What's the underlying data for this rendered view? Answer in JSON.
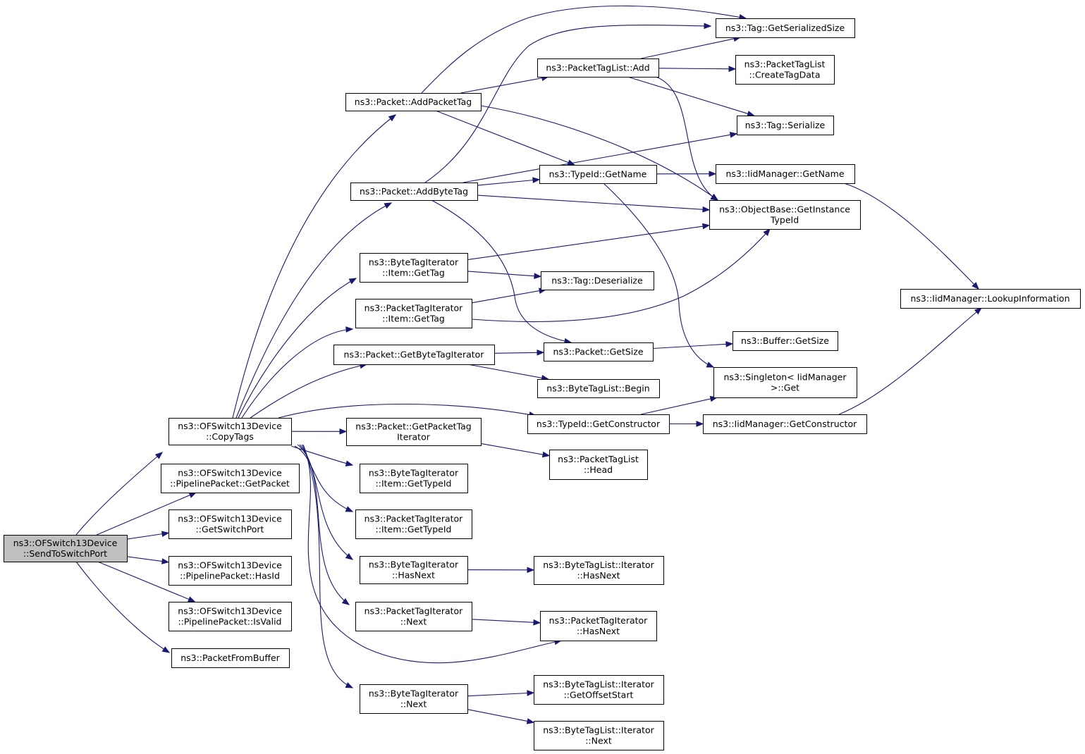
{
  "graph": {
    "root": "send",
    "nodes": [
      {
        "id": "send",
        "lines": [
          "ns3::OFSwitch13Device",
          "::SendToSwitchPort"
        ],
        "highlight": true
      },
      {
        "id": "copytags",
        "lines": [
          "ns3::OFSwitch13Device",
          "::CopyTags"
        ]
      },
      {
        "id": "pp_getpacket",
        "lines": [
          "ns3::OFSwitch13Device",
          "::PipelinePacket::GetPacket"
        ]
      },
      {
        "id": "getswitchport",
        "lines": [
          "ns3::OFSwitch13Device",
          "::GetSwitchPort"
        ]
      },
      {
        "id": "pp_hasid",
        "lines": [
          "ns3::OFSwitch13Device",
          "::PipelinePacket::HasId"
        ]
      },
      {
        "id": "pp_isvalid",
        "lines": [
          "ns3::OFSwitch13Device",
          "::PipelinePacket::IsValid"
        ]
      },
      {
        "id": "packetfrombuffer",
        "lines": [
          "ns3::PacketFromBuffer"
        ]
      },
      {
        "id": "addpackettag",
        "lines": [
          "ns3::Packet::AddPacketTag"
        ]
      },
      {
        "id": "addbytetag",
        "lines": [
          "ns3::Packet::AddByteTag"
        ]
      },
      {
        "id": "bti_gettag",
        "lines": [
          "ns3::ByteTagIterator",
          "::Item::GetTag"
        ]
      },
      {
        "id": "pti_gettag",
        "lines": [
          "ns3::PacketTagIterator",
          "::Item::GetTag"
        ]
      },
      {
        "id": "getbytetagiter",
        "lines": [
          "ns3::Packet::GetByteTagIterator"
        ]
      },
      {
        "id": "getpackettagiter",
        "lines": [
          "ns3::Packet::GetPacketTag",
          "Iterator"
        ]
      },
      {
        "id": "bti_gettypeid",
        "lines": [
          "ns3::ByteTagIterator",
          "::Item::GetTypeId"
        ]
      },
      {
        "id": "pti_gettypeid",
        "lines": [
          "ns3::PacketTagIterator",
          "::Item::GetTypeId"
        ]
      },
      {
        "id": "bti_hasnext",
        "lines": [
          "ns3::ByteTagIterator",
          "::HasNext"
        ]
      },
      {
        "id": "pti_next",
        "lines": [
          "ns3::PacketTagIterator",
          "::Next"
        ]
      },
      {
        "id": "bti_next",
        "lines": [
          "ns3::ByteTagIterator",
          "::Next"
        ]
      },
      {
        "id": "ptl_add",
        "lines": [
          "ns3::PacketTagList::Add"
        ]
      },
      {
        "id": "typeid_getname",
        "lines": [
          "ns3::TypeId::GetName"
        ]
      },
      {
        "id": "tag_deserialize",
        "lines": [
          "ns3::Tag::Deserialize"
        ]
      },
      {
        "id": "packet_getsize",
        "lines": [
          "ns3::Packet::GetSize"
        ]
      },
      {
        "id": "btl_begin",
        "lines": [
          "ns3::ByteTagList::Begin"
        ]
      },
      {
        "id": "typeid_getconstructor",
        "lines": [
          "ns3::TypeId::GetConstructor"
        ]
      },
      {
        "id": "ptl_head",
        "lines": [
          "ns3::PacketTagList",
          "::Head"
        ]
      },
      {
        "id": "btli_hasnext",
        "lines": [
          "ns3::ByteTagList::Iterator",
          "::HasNext"
        ]
      },
      {
        "id": "pti_hasnext",
        "lines": [
          "ns3::PacketTagIterator",
          "::HasNext"
        ]
      },
      {
        "id": "btli_getoffsetstart",
        "lines": [
          "ns3::ByteTagList::Iterator",
          "::GetOffsetStart"
        ]
      },
      {
        "id": "btli_next",
        "lines": [
          "ns3::ByteTagList::Iterator",
          "::Next"
        ]
      },
      {
        "id": "tag_getserializedsize",
        "lines": [
          "ns3::Tag::GetSerializedSize"
        ]
      },
      {
        "id": "ptl_createtagdata",
        "lines": [
          "ns3::PacketTagList",
          "::CreateTagData"
        ]
      },
      {
        "id": "tag_serialize",
        "lines": [
          "ns3::Tag::Serialize"
        ]
      },
      {
        "id": "iid_getname",
        "lines": [
          "ns3::IidManager::GetName"
        ]
      },
      {
        "id": "objectbase_getinstancetypeid",
        "lines": [
          "ns3::ObjectBase::GetInstance",
          "TypeId"
        ]
      },
      {
        "id": "buffer_getsize",
        "lines": [
          "ns3::Buffer::GetSize"
        ]
      },
      {
        "id": "singleton_get",
        "lines": [
          "ns3::Singleton< IidManager",
          ">::Get"
        ]
      },
      {
        "id": "iid_getconstructor",
        "lines": [
          "ns3::IidManager::GetConstructor"
        ]
      },
      {
        "id": "iid_lookupinformation",
        "lines": [
          "ns3::IidManager::LookupInformation"
        ]
      }
    ],
    "edges": [
      {
        "from": "send",
        "to": "copytags"
      },
      {
        "from": "send",
        "to": "pp_getpacket"
      },
      {
        "from": "send",
        "to": "getswitchport"
      },
      {
        "from": "send",
        "to": "pp_hasid"
      },
      {
        "from": "send",
        "to": "pp_isvalid"
      },
      {
        "from": "send",
        "to": "packetfrombuffer"
      },
      {
        "from": "copytags",
        "to": "addpackettag"
      },
      {
        "from": "copytags",
        "to": "addbytetag"
      },
      {
        "from": "copytags",
        "to": "bti_gettag"
      },
      {
        "from": "copytags",
        "to": "pti_gettag"
      },
      {
        "from": "copytags",
        "to": "getbytetagiter"
      },
      {
        "from": "copytags",
        "to": "typeid_getconstructor"
      },
      {
        "from": "copytags",
        "to": "getpackettagiter"
      },
      {
        "from": "copytags",
        "to": "bti_gettypeid"
      },
      {
        "from": "copytags",
        "to": "pti_gettypeid"
      },
      {
        "from": "copytags",
        "to": "bti_hasnext"
      },
      {
        "from": "copytags",
        "to": "pti_next"
      },
      {
        "from": "copytags",
        "to": "pti_hasnext"
      },
      {
        "from": "copytags",
        "to": "bti_next"
      },
      {
        "from": "addpackettag",
        "to": "tag_getserializedsize"
      },
      {
        "from": "addpackettag",
        "to": "ptl_add"
      },
      {
        "from": "addpackettag",
        "to": "objectbase_getinstancetypeid"
      },
      {
        "from": "addpackettag",
        "to": "typeid_getname"
      },
      {
        "from": "ptl_add",
        "to": "tag_getserializedsize"
      },
      {
        "from": "ptl_add",
        "to": "ptl_createtagdata"
      },
      {
        "from": "ptl_add",
        "to": "tag_serialize"
      },
      {
        "from": "ptl_add",
        "to": "objectbase_getinstancetypeid"
      },
      {
        "from": "addbytetag",
        "to": "tag_getserializedsize"
      },
      {
        "from": "addbytetag",
        "to": "tag_serialize"
      },
      {
        "from": "addbytetag",
        "to": "typeid_getname"
      },
      {
        "from": "addbytetag",
        "to": "objectbase_getinstancetypeid"
      },
      {
        "from": "addbytetag",
        "to": "packet_getsize"
      },
      {
        "from": "typeid_getname",
        "to": "iid_getname"
      },
      {
        "from": "typeid_getname",
        "to": "singleton_get"
      },
      {
        "from": "iid_getname",
        "to": "iid_lookupinformation"
      },
      {
        "from": "bti_gettag",
        "to": "objectbase_getinstancetypeid"
      },
      {
        "from": "bti_gettag",
        "to": "tag_deserialize"
      },
      {
        "from": "pti_gettag",
        "to": "tag_deserialize"
      },
      {
        "from": "pti_gettag",
        "to": "objectbase_getinstancetypeid"
      },
      {
        "from": "getbytetagiter",
        "to": "packet_getsize"
      },
      {
        "from": "getbytetagiter",
        "to": "btl_begin"
      },
      {
        "from": "packet_getsize",
        "to": "buffer_getsize"
      },
      {
        "from": "typeid_getconstructor",
        "to": "singleton_get"
      },
      {
        "from": "typeid_getconstructor",
        "to": "iid_getconstructor"
      },
      {
        "from": "iid_getconstructor",
        "to": "iid_lookupinformation"
      },
      {
        "from": "getpackettagiter",
        "to": "ptl_head"
      },
      {
        "from": "bti_hasnext",
        "to": "btli_hasnext"
      },
      {
        "from": "pti_next",
        "to": "pti_hasnext"
      },
      {
        "from": "bti_next",
        "to": "btli_getoffsetstart"
      },
      {
        "from": "bti_next",
        "to": "btli_next"
      }
    ]
  },
  "colors": {
    "edge": "#191970",
    "node_fill": "#ffffff",
    "node_highlight_fill": "#bfbfbf",
    "node_stroke": "#000000"
  }
}
